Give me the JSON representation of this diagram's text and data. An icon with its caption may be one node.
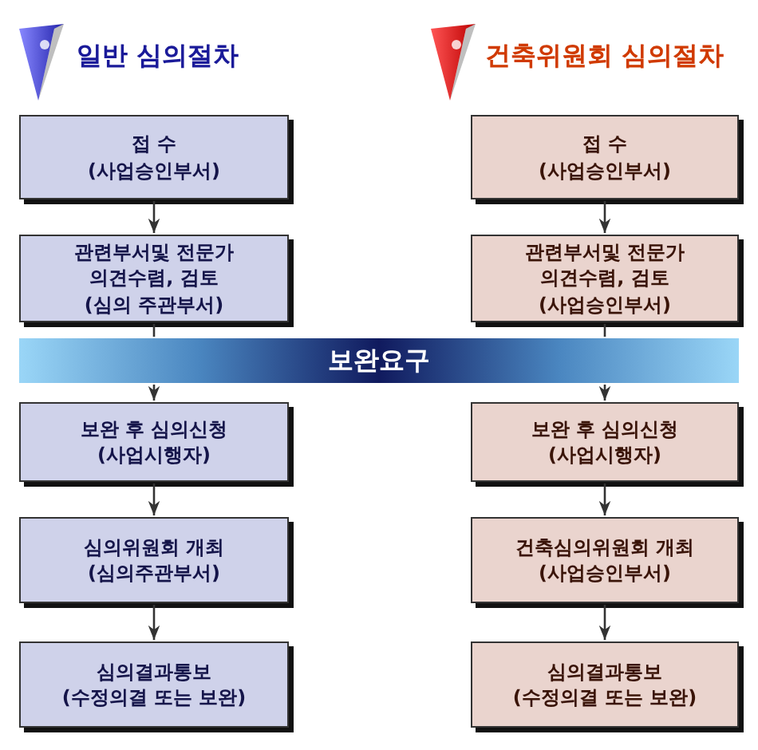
{
  "diagram": {
    "nodes": [
      {
        "text": [
          "접 수",
          "(사업승인부서)"
        ]
      },
      {
        "text": [
          "관련부서및 전문가 의견수렴, 검토",
          "(심의 주관부서)"
        ]
      },
      {
        "text": [
          "보완 후 심의신청",
          "(사업시행자)"
        ]
      },
      {
        "text": [
          "심의위원회 개최",
          "(심의주관부서)"
        ]
      },
      {
        "text": [
          "심의결과통보",
          "(수정의결 또는 보완)"
        ]
      },
      {
        "text": [
          "접 수",
          "(사업승인부서)"
        ]
      },
      {
        "text": [
          "관련부서및 전문가 의견수렴, 검토",
          "(사업승인부서)"
        ]
      },
      {
        "text": [
          "보완 후 심의신청",
          "(사업시행자)"
        ]
      },
      {
        "text": [
          "건축심의위원회 개최",
          "(사업승인부서)"
        ]
      },
      {
        "text": [
          "심의결과통보",
          "(수정의결 또는 보완)"
        ]
      },
      {
        "text": [
          "보완요구"
        ]
      }
    ],
    "edges": [
      {
        "from": 0,
        "to": 1,
        "arrow": "to"
      },
      {
        "from": 1,
        "to": 10,
        "arrow": "none"
      },
      {
        "from": 10,
        "to": 2,
        "arrow": "to"
      },
      {
        "from": 2,
        "to": 3,
        "arrow": "to"
      },
      {
        "from": 3,
        "to": 4,
        "arrow": "to"
      },
      {
        "from": 5,
        "to": 6,
        "arrow": "to"
      },
      {
        "from": 6,
        "to": 10,
        "arrow": "none"
      },
      {
        "from": 10,
        "to": 7,
        "arrow": "to"
      },
      {
        "from": 7,
        "to": 8,
        "arrow": "to"
      },
      {
        "from": 8,
        "to": 9,
        "arrow": "to"
      }
    ],
    "labels": [
      "일반 심의절차",
      "건축위원회 심의절차"
    ]
  }
}
